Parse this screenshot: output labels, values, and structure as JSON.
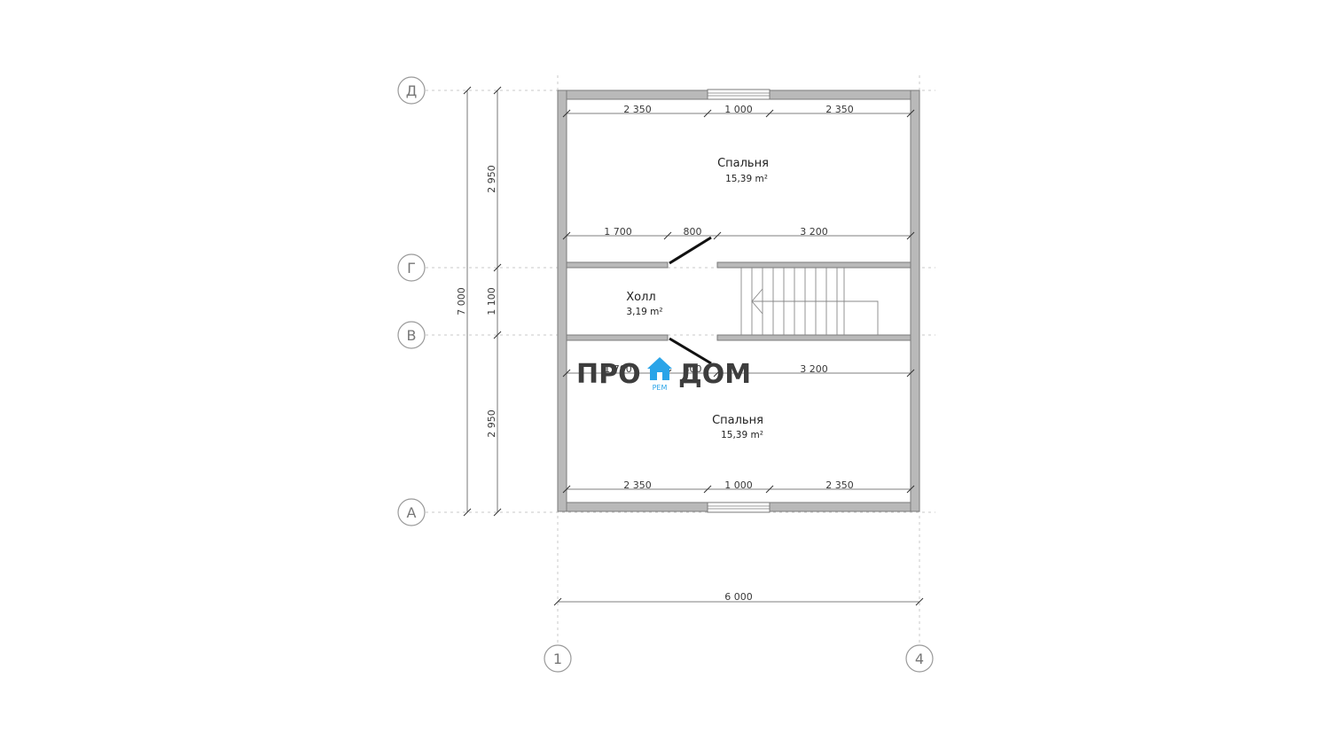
{
  "axes": {
    "rows": [
      "Д",
      "Г",
      "В",
      "А"
    ],
    "cols": [
      "1",
      "4"
    ]
  },
  "dims": {
    "top_left": "2 350",
    "top_mid": "1 000",
    "top_right": "2 350",
    "r1_left": "1 700",
    "r1_door": "800",
    "r1_right": "3 200",
    "r2_left": "1 700",
    "r2_door": "800",
    "r2_right": "3 200",
    "bot_left": "2 350",
    "bot_mid": "1 000",
    "bot_right": "2 350",
    "total_width": "6 000",
    "total_height": "7 000",
    "seg_top": "2 950",
    "seg_mid": "1 100",
    "seg_bot": "2 950"
  },
  "rooms": {
    "bedroom_top": {
      "name": "Спальня",
      "area": "15,39 m²"
    },
    "hall": {
      "name": "Холл",
      "area": "3,19 m²"
    },
    "bedroom_bottom": {
      "name": "Спальня",
      "area": "15,39 m²"
    }
  },
  "logo": {
    "left": "ПРО",
    "right": "ДОМ",
    "sub": "РЕМ",
    "color_text": "#3d3d3d",
    "color_accent": "#2aa4e8"
  }
}
